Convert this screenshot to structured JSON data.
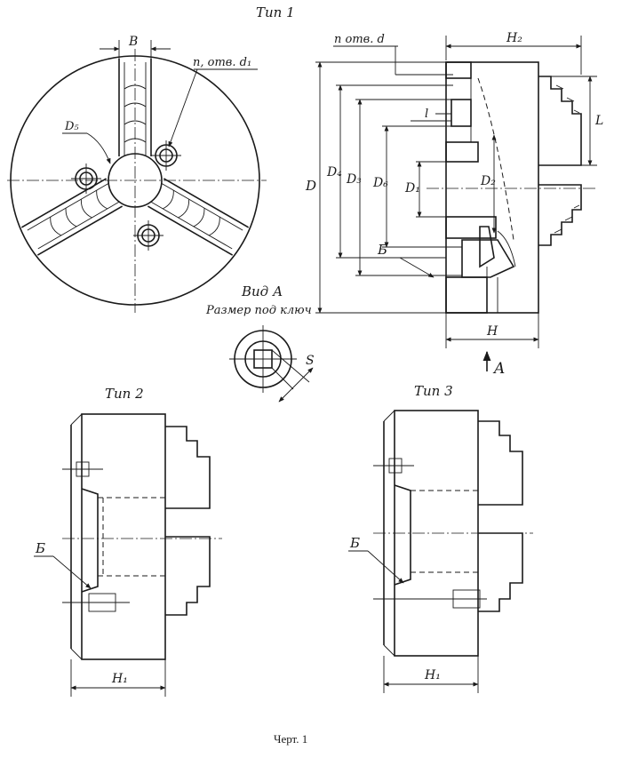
{
  "titles": {
    "type1": "Тип 1",
    "type2": "Тип 2",
    "type3": "Тип 3",
    "view_a": "Вид А",
    "wrench_size": "Размер под ключ",
    "caption": "Черт. 1"
  },
  "labels": {
    "B": "В",
    "n_holes_d1": "n, отв. d₁",
    "n_holes_d": "n отв. d",
    "D5": "D₅",
    "D": "D",
    "D4": "D₄",
    "D3": "D₃",
    "D6": "D₆",
    "D1": "D₁",
    "D2": "D₂",
    "l": "l",
    "L": "L",
    "H": "H",
    "H1": "H₁",
    "H2": "H₂",
    "S": "S",
    "A": "A",
    "Bref": "Б"
  }
}
